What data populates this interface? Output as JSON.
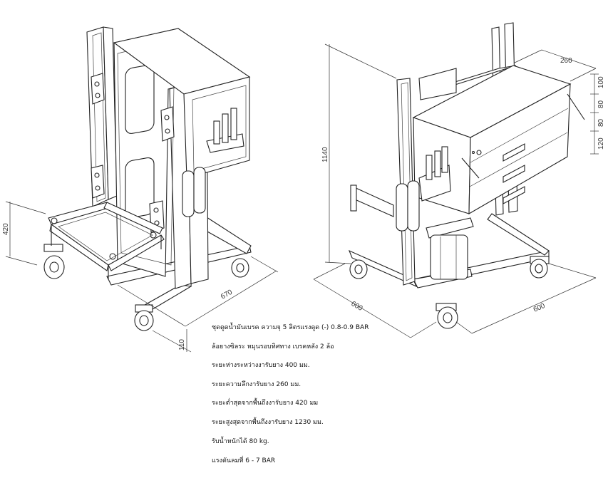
{
  "dimensions": {
    "left_height": "420",
    "left_depth": "670",
    "left_wheel": "110",
    "right_height": "1140",
    "right_box_width": "260",
    "right_h1": "100",
    "right_h2": "80",
    "right_h3": "80",
    "right_h4": "120",
    "right_base_left": "600",
    "right_base_right": "600"
  },
  "specs": [
    "ชุดดูดน้ำมันเบรค ความจุ 5 ลิตรแรงดูด  (-) 0.8-0.9 BAR",
    "ล้อยางซิลระ หมุนรอบทิศทาง เบรคหลัง 2 ล้อ",
    "ระยะห่างระหว่างงารับยาง  400 มม.",
    "ระยะความลึกงารับยาง  260 มม.",
    "ระยะต่ำสุดจากพื้นถึงงารับยาง  420 มม",
    "ระยะสูงสุดจากพื้นถึงงารับยาง  1230 มม.",
    "รับน้ำหนักได้   80  kg.",
    "แรงดันลมที่  6 - 7  BAR"
  ]
}
